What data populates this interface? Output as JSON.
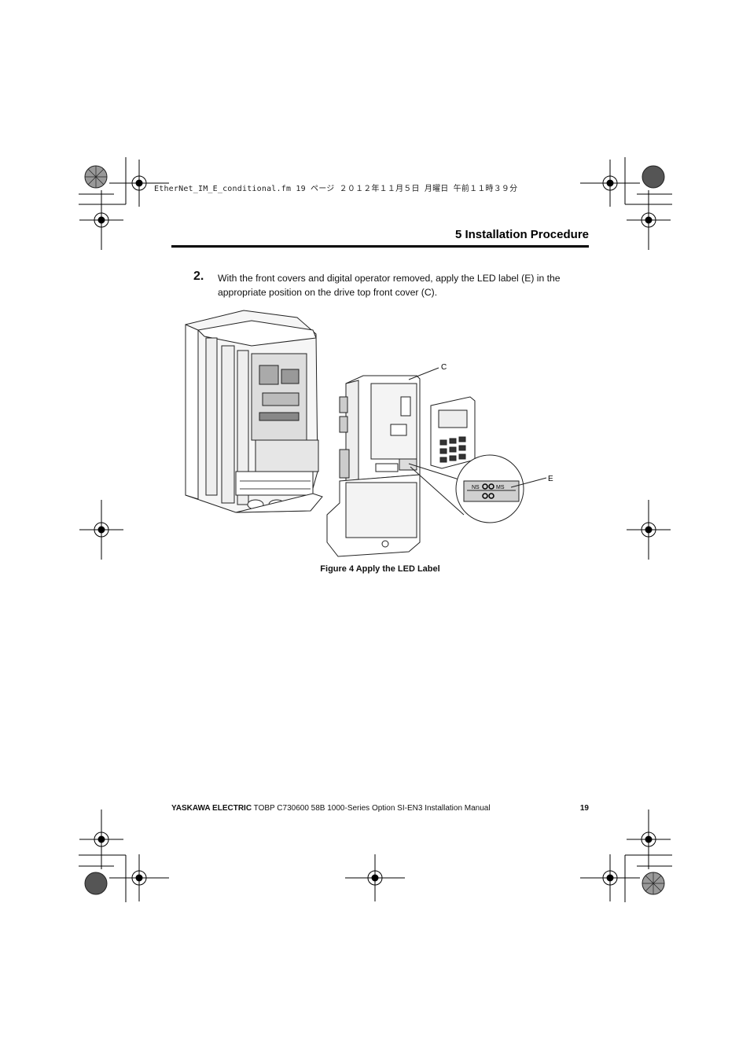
{
  "header": {
    "slug": "EtherNet_IM_E_conditional.fm  19 ページ  ２０１２年１１月５日  月曜日  午前１１時３９分",
    "section_title": "5  Installation Procedure"
  },
  "step": {
    "number": "2.",
    "text": "With the front covers and digital operator removed, apply the LED label (E) in the appropriate position on the drive top front cover (C)."
  },
  "figure": {
    "callouts": {
      "cover": "C",
      "label": "E"
    },
    "led_label": {
      "ns": "NS",
      "ms": "MS"
    },
    "caption": "Figure 4  Apply the LED Label"
  },
  "footer": {
    "brand": "YASKAWA ELECTRIC",
    "doc": " TOBP C730600 58B 1000-Series Option SI-EN3 Installation Manual",
    "page": "19"
  }
}
